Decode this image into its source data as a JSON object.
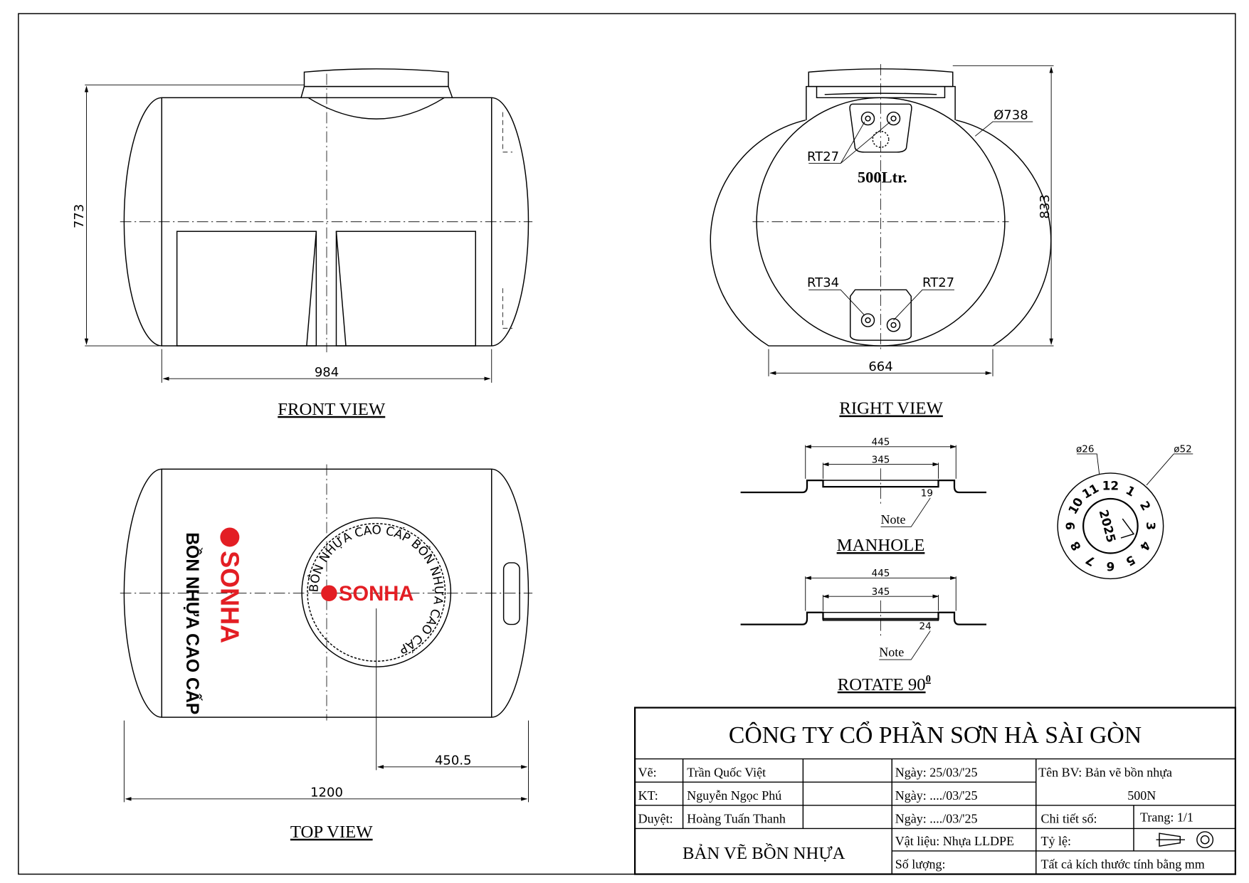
{
  "colors": {
    "brand_red": "#e31e24",
    "line": "#000000"
  },
  "front_view": {
    "label": "FRONT VIEW",
    "dim_height": "773",
    "dim_width": "984"
  },
  "right_view": {
    "label": "RIGHT VIEW",
    "dim_height": "833",
    "dim_width": "664",
    "diameter": "Ø738",
    "capacity": "500Ltr.",
    "port_top": "RT27",
    "port_bottom_left": "RT34",
    "port_bottom_right": "RT27"
  },
  "manhole": {
    "label": "MANHOLE",
    "dim_outer": "445",
    "dim_inner": "345",
    "dim_depth": "19",
    "note": "Note"
  },
  "rotate": {
    "label": "ROTATE 90",
    "superscript": "0",
    "dim_outer": "445",
    "dim_inner": "345",
    "dim_depth": "24",
    "note": "Note"
  },
  "date_wheel": {
    "inner_dia": "ø26",
    "outer_dia": "ø52",
    "year": "2025",
    "months": [
      "12",
      "1",
      "2",
      "3",
      "4",
      "5",
      "6",
      "7",
      "8",
      "9",
      "10",
      "11"
    ]
  },
  "top_view": {
    "label": "TOP VIEW",
    "dim_offset": "450.5",
    "dim_length": "1200",
    "brand": "SONHA",
    "slogan": "BỒN NHỰA CAO CẤP",
    "ring_text": "BỒN NHỰA CAO CẤP BỒN NHỰA CAO CẤP"
  },
  "title_block": {
    "company": "CÔNG TY CỔ PHẦN SƠN HÀ SÀI GÒN",
    "rows": [
      {
        "role": "Vẽ:",
        "name": "Trần Quốc Việt",
        "date": "Ngày: 25/03/'25"
      },
      {
        "role": "KT:",
        "name": "Nguyễn Ngọc Phú",
        "date": "Ngày: ..../03/'25"
      },
      {
        "role": "Duyệt:",
        "name": "Hoàng Tuấn Thanh",
        "date": "Ngày: ..../03/'25"
      }
    ],
    "drawing_name": "Tên BV: Bản vẽ bồn nhựa",
    "drawing_model": "500N",
    "detail_no": "Chi tiết số:",
    "page": "Trang: 1/1",
    "main_title": "BẢN VẼ BỒN NHỰA",
    "material": "Vật liệu: Nhựa LLDPE",
    "scale": "Tỷ lệ:",
    "quantity": "Số lượng:",
    "units_note": "Tất cả kích thước tính bằng mm"
  }
}
